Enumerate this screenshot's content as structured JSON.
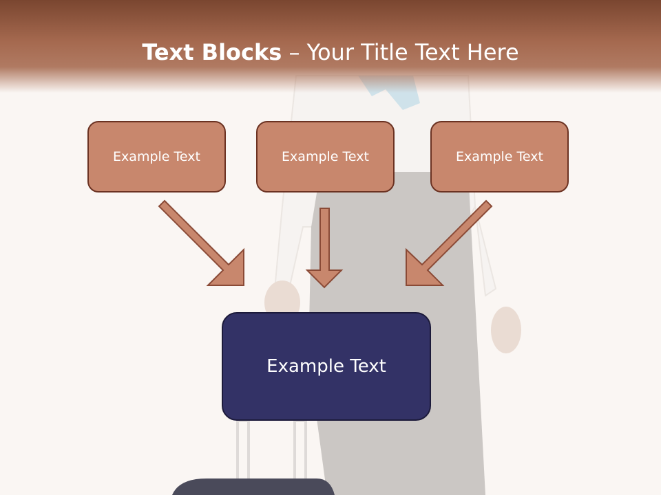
{
  "title": {
    "bold": "Text Blocks",
    "separator": " – ",
    "rest": "Your Title Text Here"
  },
  "boxes": {
    "left": "Example Text",
    "center": "Example Text",
    "right": "Example Text"
  },
  "main_box": {
    "label": "Example Text"
  },
  "colors": {
    "header": "#a5694f",
    "box_fill": "#c8876d",
    "box_border": "#6b3222",
    "main_box_fill": "#333266",
    "arrow_fill": "#c8876d"
  }
}
